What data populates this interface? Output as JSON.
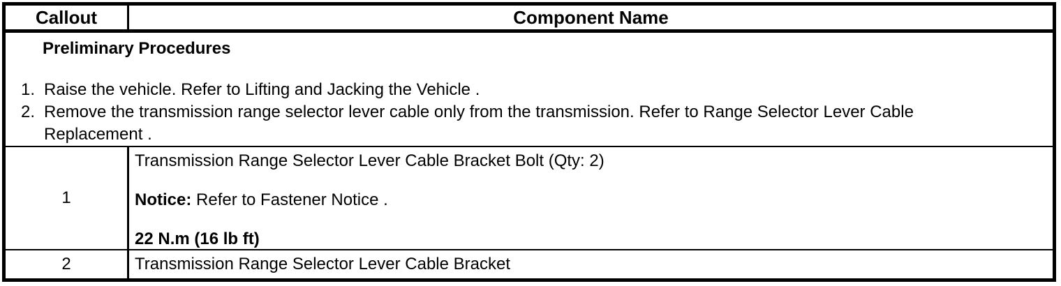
{
  "colors": {
    "border": "#000000",
    "text": "#000000",
    "background": "#ffffff"
  },
  "table": {
    "header": {
      "callout_label": "Callout",
      "component_label": "Component Name"
    },
    "preliminary": {
      "heading": "Preliminary Procedures",
      "steps": [
        {
          "num": "1.",
          "text": "Raise the vehicle. Refer to Lifting and Jacking the Vehicle ."
        },
        {
          "num": "2.",
          "text": "Remove the transmission range selector lever cable only from the transmission. Refer to Range Selector Lever Cable Replacement ."
        }
      ]
    },
    "rows": [
      {
        "callout": "1",
        "name": "Transmission Range Selector Lever Cable Bracket Bolt (Qty: 2)",
        "notice_label": "Notice:",
        "notice_text": "Refer to Fastener Notice .",
        "torque": "22 N.m (16 lb ft)"
      },
      {
        "callout": "2",
        "name": "Transmission Range Selector Lever Cable Bracket"
      }
    ]
  }
}
